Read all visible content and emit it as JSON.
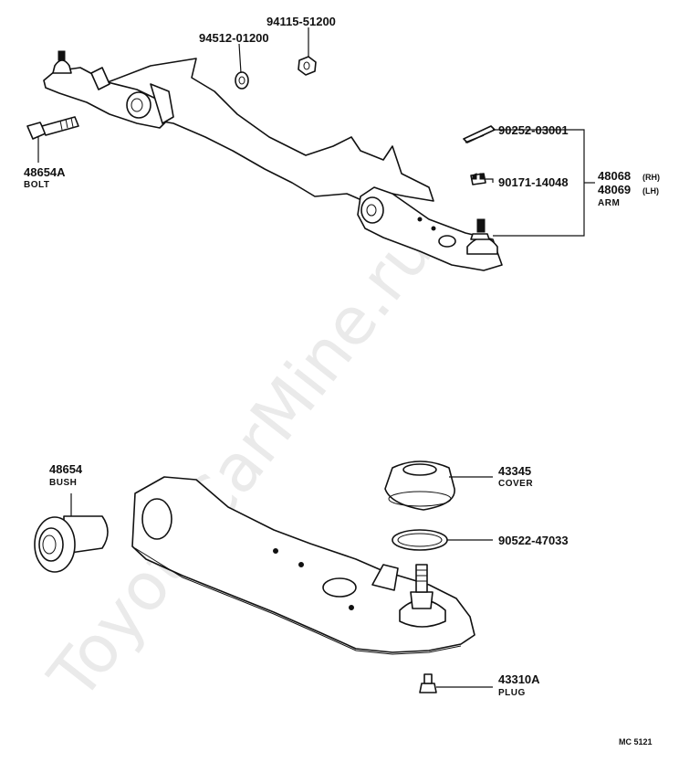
{
  "watermark": "ToyotaCarMine.ru",
  "diagram_code": "MC  5121",
  "parts": [
    {
      "number": "94115-51200",
      "name": ""
    },
    {
      "number": "94512-01200",
      "name": ""
    },
    {
      "number": "48654A",
      "name": "BOLT"
    },
    {
      "number": "90252-03001",
      "name": ""
    },
    {
      "number": "90171-14048",
      "name": ""
    },
    {
      "number": "48068",
      "suffix": "(RH)",
      "name": ""
    },
    {
      "number": "48069",
      "suffix": "(LH)",
      "name": "ARM"
    },
    {
      "number": "48654",
      "name": "BUSH"
    },
    {
      "number": "43345",
      "name": "COVER"
    },
    {
      "number": "90522-47033",
      "name": ""
    },
    {
      "number": "43310A",
      "name": "PLUG"
    }
  ]
}
